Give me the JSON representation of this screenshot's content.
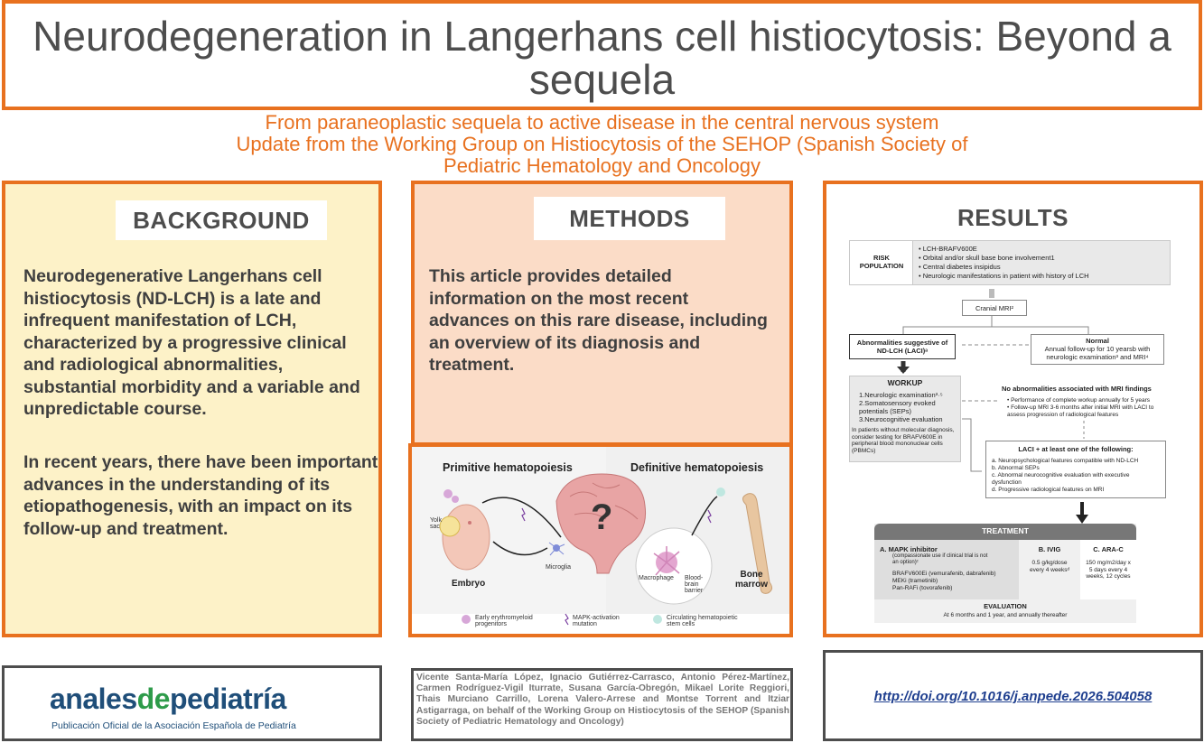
{
  "title": "Neurodegeneration in Langerhans cell histiocytosis: Beyond a sequela",
  "subtitle": {
    "line1": "From paraneoplastic sequela to active disease in the central nervous system",
    "line2": "Update from the Working Group on Histiocytosis of the SEHOP (Spanish Society of",
    "line3": "Pediatric Hematology and Oncology"
  },
  "background": {
    "heading": "BACKGROUND",
    "p1": "Neurodegenerative Langerhans cell histiocytosis (ND-LCH) is a late and infrequent manifestation of LCH, characterized by a progressive clinical and radiological abnormalities, substantial morbidity and a variable and unpredictable course.",
    "p2": "In recent years, there have been important advances in the understanding of its etiopathogenesis, with an impact on its follow-up and treatment."
  },
  "methods": {
    "heading": "METHODS",
    "p1": "This article provides detailed information on the most recent advances on this rare disease, including an overview of its diagnosis and treatment.",
    "figure": {
      "left_title": "Primitive hematopoiesis",
      "right_title": "Definitive hematopoiesis",
      "yolk_sac": "Yolk sac",
      "embryo": "Embryo",
      "microglia": "Microglia",
      "macrophage": "Macrophage",
      "bbb": "Blood-brain barrier",
      "bone_marrow": "Bone marrow",
      "question": "?",
      "legend": [
        "Early erythromyeloid progenitors",
        "MAPK-activation mutation",
        "Circulating hematopoietic stem cells"
      ]
    }
  },
  "results": {
    "heading": "RESULTS",
    "risk_label": "RISK POPULATION",
    "risk_items": [
      "LCH-BRAFV600E",
      "Orbital and/or skull base bone involvement1",
      "Central diabetes insipidus",
      "Neurologic manifestations in patient with history of LCH"
    ],
    "cranial_mri": "Cranial MRI²",
    "abnormal": "Abnormalities suggestive of ND-LCH (LACI)ᵃ",
    "normal_title": "Normal",
    "normal_text": "Annual follow-up for 10 yearsb with neurologic examination³ and MRI⁴",
    "workup_title": "WORKUP",
    "workup_items": [
      "1.Neurologic examination³·⁵",
      "2.Somatosensory evoked potentials (SEPs)",
      "3.Neurocognitive evaluation"
    ],
    "workup_note": "In patients without molecular diagnosis, consider testing for BRAFV600E in peripheral blood mononuclear cells (PBMCs)",
    "no_abn_title": "No abnormalities associated with MRI findings",
    "no_abn_items": [
      "Performance of complete workup annually for 5 years",
      "Follow-up MRI 3-6 months after initial MRI with LACI to assess progression of radiological features"
    ],
    "laci_title": "LACI + at least one of the following:",
    "laci_items": [
      "a. Neuropsychological features compatible with ND-LCH",
      "b. Abnormal SEPs",
      "c. Abnormal neurocognitive evaluation with executive dysfunction",
      "d. Progressive radiological features on MRI"
    ],
    "treatment_title": "TREATMENT",
    "mapk_title": "A. MAPK inhibitor",
    "mapk_note": "(compassionate use if clinical trial is not an option)ᶜ",
    "mapk_items": [
      "BRAFV600Ei (vemurafenib, dabrafenib)",
      "MEKi (trametinib)",
      "Pan-RAFi (tovorafenib)"
    ],
    "ivig_title": "B. IVIG",
    "ivig_text": "0.5 g/kg/dose every 4 weeksᵈ",
    "arac_title": "C. ARA-C",
    "arac_text": "150 mg/m2/day x 5 days every 4 weeks, 12 cycles",
    "evaluation_title": "EVALUATION",
    "evaluation_text": "At 6 months and 1 year, and annually thereafter"
  },
  "logo": {
    "part1": "anales",
    "part2": "de",
    "part3": "pediatría",
    "tagline": "Publicación Oficial de la Asociación Española de Pediatría",
    "color1": "#1f4e79",
    "color2": "#2e9b4a"
  },
  "authors": "Vicente Santa-María López, Ignacio Gutiérrez-Carrasco, Antonio Pérez-Martínez, Carmen Rodríguez-Vigil Iturrate, Susana García-Obregón, Mikael Lorite Reggiori, Thais Murciano Carrillo, Lorena Valero-Arrese and Montse Torrent and Itziar Astigarraga, on behalf of the Working Group on Histiocytosis of the SEHOP (Spanish Society of Pediatric Hematology and Oncology)",
  "doi": "http://doi.org/10.1016/j.anpede.2026.504058",
  "colors": {
    "accent": "#e8711f",
    "background_panel": "#fdf2c8",
    "methods_panel": "#fbdcc7"
  }
}
